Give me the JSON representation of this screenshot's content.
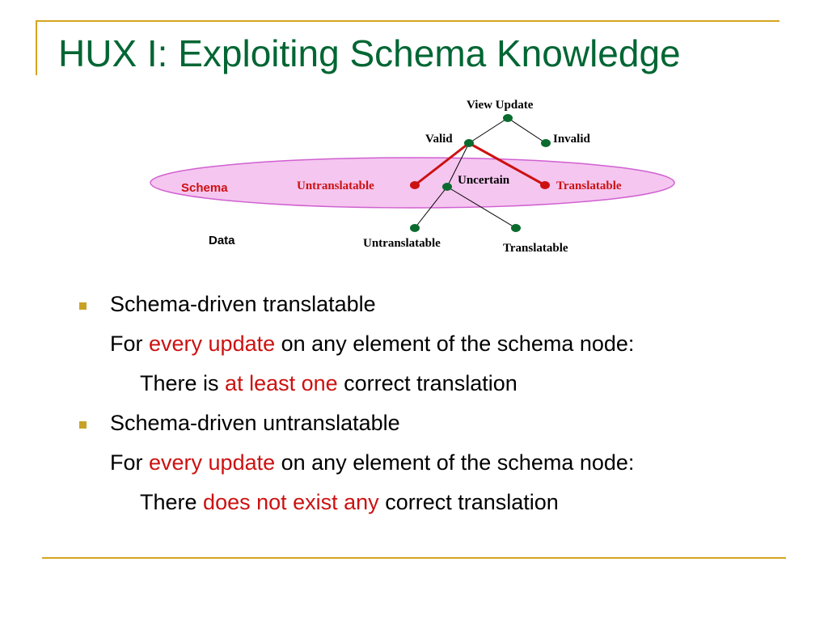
{
  "slide": {
    "title": "HUX I: Exploiting Schema Knowledge"
  },
  "diagram": {
    "labels": {
      "root": "View Update",
      "valid": "Valid",
      "invalid": "Invalid",
      "schema": "Schema",
      "schema_untranslatable": "Untranslatable",
      "uncertain": "Uncertain",
      "schema_translatable": "Translatable",
      "data": "Data",
      "data_untranslatable": "Untranslatable",
      "data_translatable": "Translatable"
    },
    "colors": {
      "node": "#0b6b2e",
      "highlight": "#cc1111",
      "ellipse_fill": "#f5c6f0",
      "ellipse_stroke": "#d060d0",
      "schema_text": "#cc1111"
    }
  },
  "bullets": [
    {
      "heading": "Schema-driven translatable",
      "line1": {
        "pre": "For ",
        "hl": "every update",
        "post": " on any element of the schema node:"
      },
      "line2": {
        "pre": "There is ",
        "hl": "at least one",
        "post": " correct translation"
      }
    },
    {
      "heading": "Schema-driven untranslatable",
      "line1": {
        "pre": "For ",
        "hl": "every update",
        "post": " on any element of the schema node:"
      },
      "line2": {
        "pre": "There ",
        "hl": "does not exist any",
        "post": " correct translation"
      }
    }
  ],
  "theme": {
    "title_color": "#006633",
    "accent": "#d4a520",
    "highlight_text": "#cc1111"
  }
}
